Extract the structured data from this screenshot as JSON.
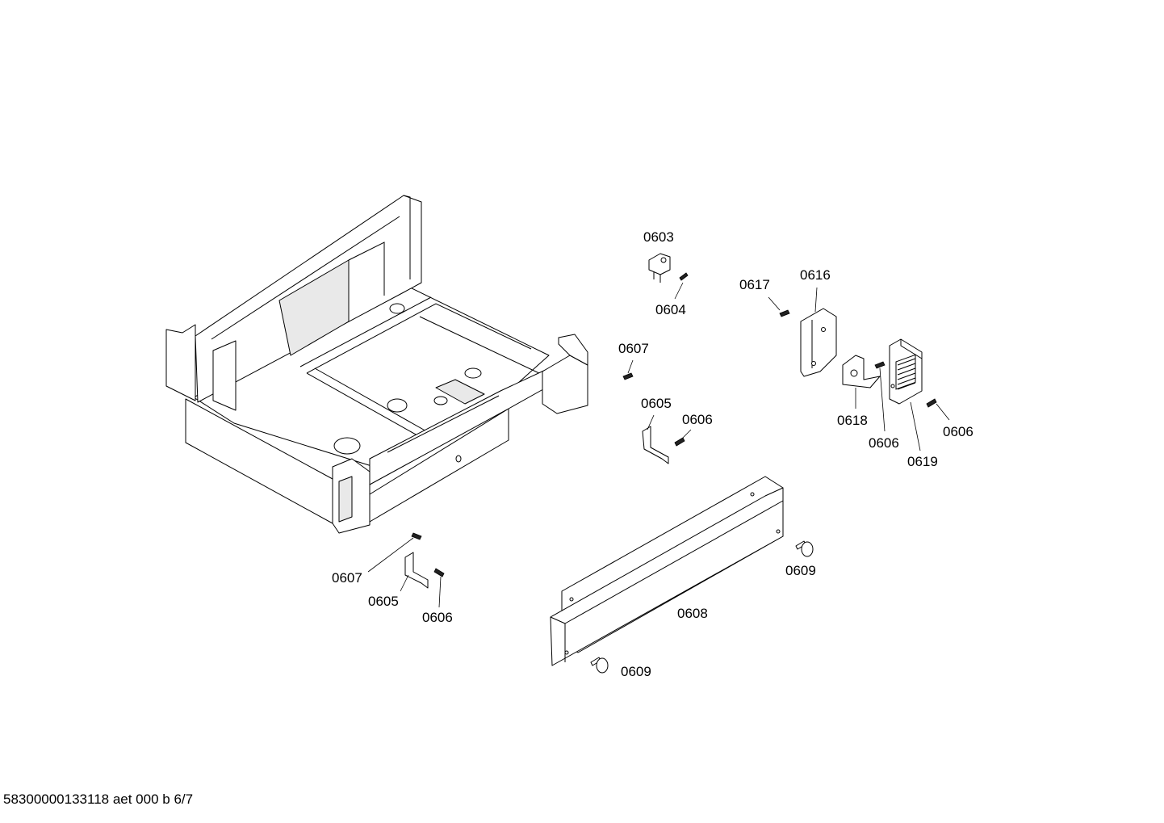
{
  "callouts": {
    "c0603": "0603",
    "c0604": "0604",
    "c0617": "0617",
    "c0616": "0616",
    "c0607_top": "0607",
    "c0605_top": "0605",
    "c0606_top": "0606",
    "c0618": "0618",
    "c0606_mid": "0606",
    "c0606_right": "0606",
    "c0619": "0619",
    "c0609_top": "0609",
    "c0607_bottom": "0607",
    "c0605_bottom": "0605",
    "c0606_bottom": "0606",
    "c0608": "0608",
    "c0609_bottom": "0609"
  },
  "footer": {
    "code": "58300000133118 aet 000 b 6/7"
  }
}
